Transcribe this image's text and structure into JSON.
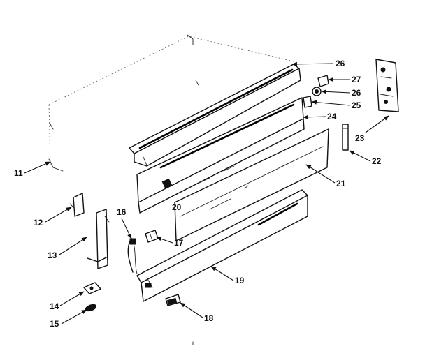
{
  "callouts": [
    {
      "id": "c26a",
      "label": "26"
    },
    {
      "id": "c27",
      "label": "27"
    },
    {
      "id": "c26b",
      "label": "26"
    },
    {
      "id": "c25",
      "label": "25"
    },
    {
      "id": "c24",
      "label": "24"
    },
    {
      "id": "c23",
      "label": "23"
    },
    {
      "id": "c22",
      "label": "22"
    },
    {
      "id": "c21",
      "label": "21"
    },
    {
      "id": "c20",
      "label": "20"
    },
    {
      "id": "c11",
      "label": "11"
    },
    {
      "id": "c12",
      "label": "12"
    },
    {
      "id": "c13",
      "label": "13"
    },
    {
      "id": "c16",
      "label": "16"
    },
    {
      "id": "c17",
      "label": "17"
    },
    {
      "id": "c19",
      "label": "19"
    },
    {
      "id": "c14",
      "label": "14"
    },
    {
      "id": "c15",
      "label": "15"
    },
    {
      "id": "c18",
      "label": "18"
    }
  ]
}
